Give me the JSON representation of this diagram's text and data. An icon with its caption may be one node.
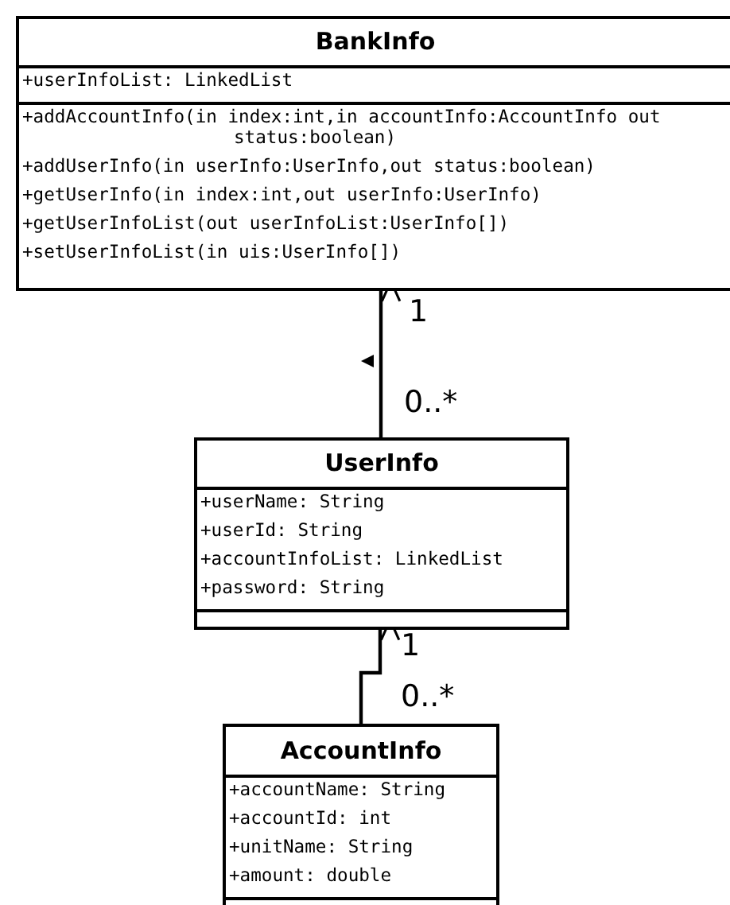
{
  "diagram": {
    "nodes": [
      {
        "text": [
          "BankInfo",
          "+userInfoList: LinkedList",
          "+addAccountInfo(in index:int,in accountInfo:AccountInfo out status:boolean)",
          "+addUserInfo(in userInfo:UserInfo,out status:boolean)",
          "+getUserInfo(in index:int,out userInfo:UserInfo)",
          "+getUserInfoList(out userInfoList:UserInfo[])",
          "+setUserInfoList(in uis:UserInfo[])"
        ]
      },
      {
        "text": [
          "UserInfo",
          "+userName: String",
          "+userId: String",
          "+accountInfoList: LinkedList",
          "+password: String"
        ]
      },
      {
        "text": [
          "AccountInfo",
          "+accountName: String",
          "+accountId: int",
          "+unitName: String",
          "+amount: double"
        ]
      }
    ],
    "edges": [
      {
        "from": 1,
        "to": 0,
        "arrow": "to"
      },
      {
        "from": 2,
        "to": 1,
        "arrow": "to"
      }
    ],
    "labels": [
      "1",
      "0..*",
      "1",
      "0..*"
    ]
  }
}
